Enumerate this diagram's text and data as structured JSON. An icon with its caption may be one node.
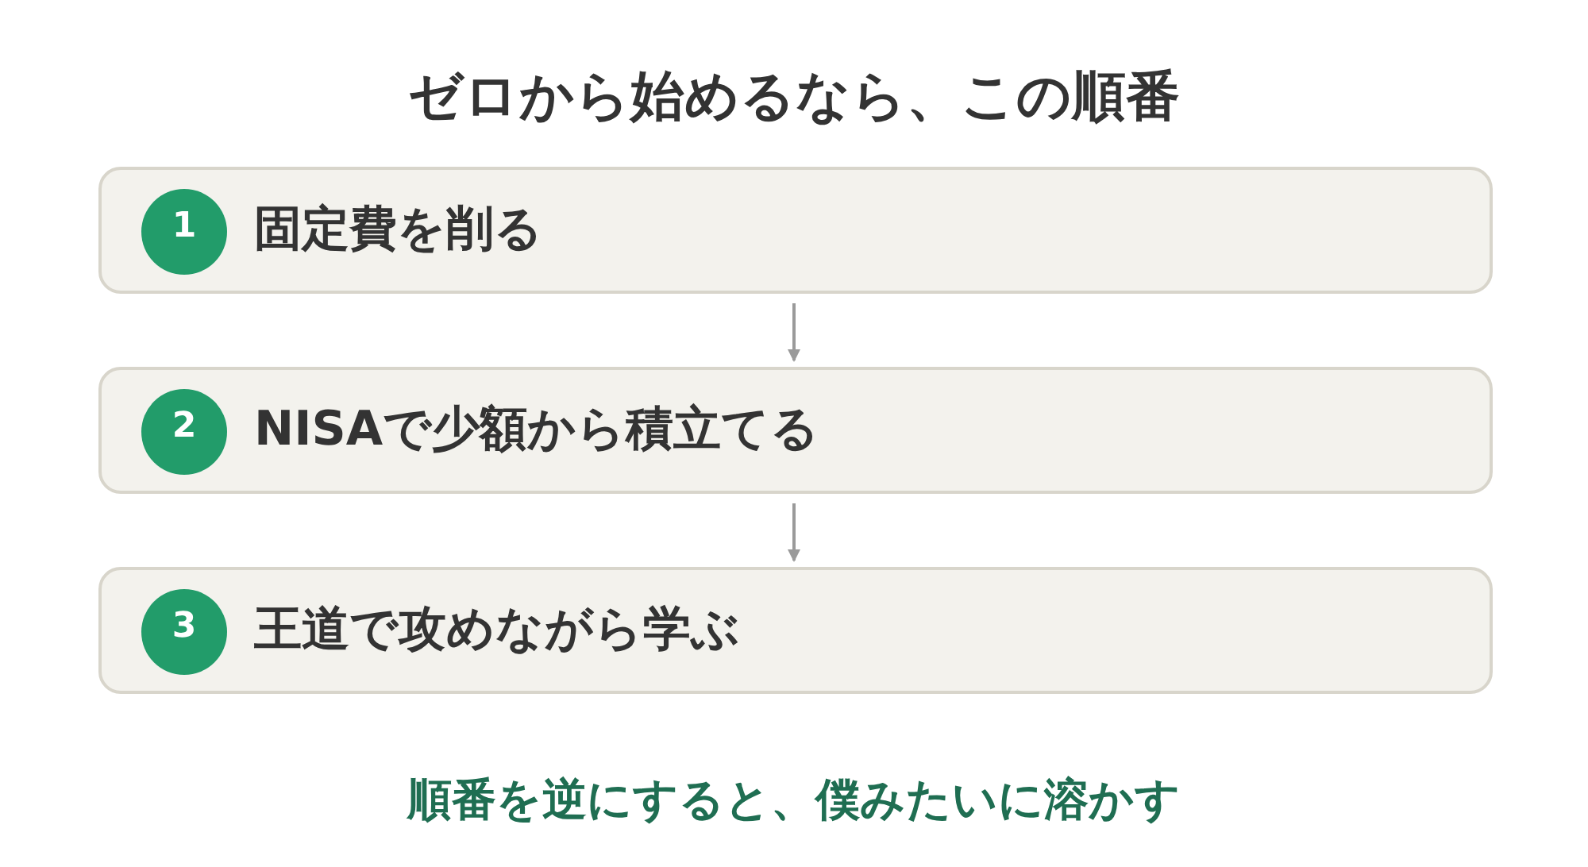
{
  "diagram": {
    "title": "ゼロから始めるなら、この順番",
    "nodes": [
      {
        "text": [
          "固定費を削る"
        ]
      },
      {
        "text": [
          "1"
        ],
        "in": 0
      },
      {
        "text": [
          "NISAで少額から積立てる"
        ]
      },
      {
        "text": [
          "2"
        ],
        "in": 2
      },
      {
        "text": [
          "王道で攻めながら学ぶ"
        ]
      },
      {
        "text": [
          "3"
        ],
        "in": 4
      }
    ],
    "edges": [
      {
        "from": 0,
        "to": 2,
        "arrow": "to"
      },
      {
        "from": 2,
        "to": 4,
        "arrow": "to"
      }
    ],
    "caption": "順番を逆にすると、僕みたいに溶かす"
  }
}
